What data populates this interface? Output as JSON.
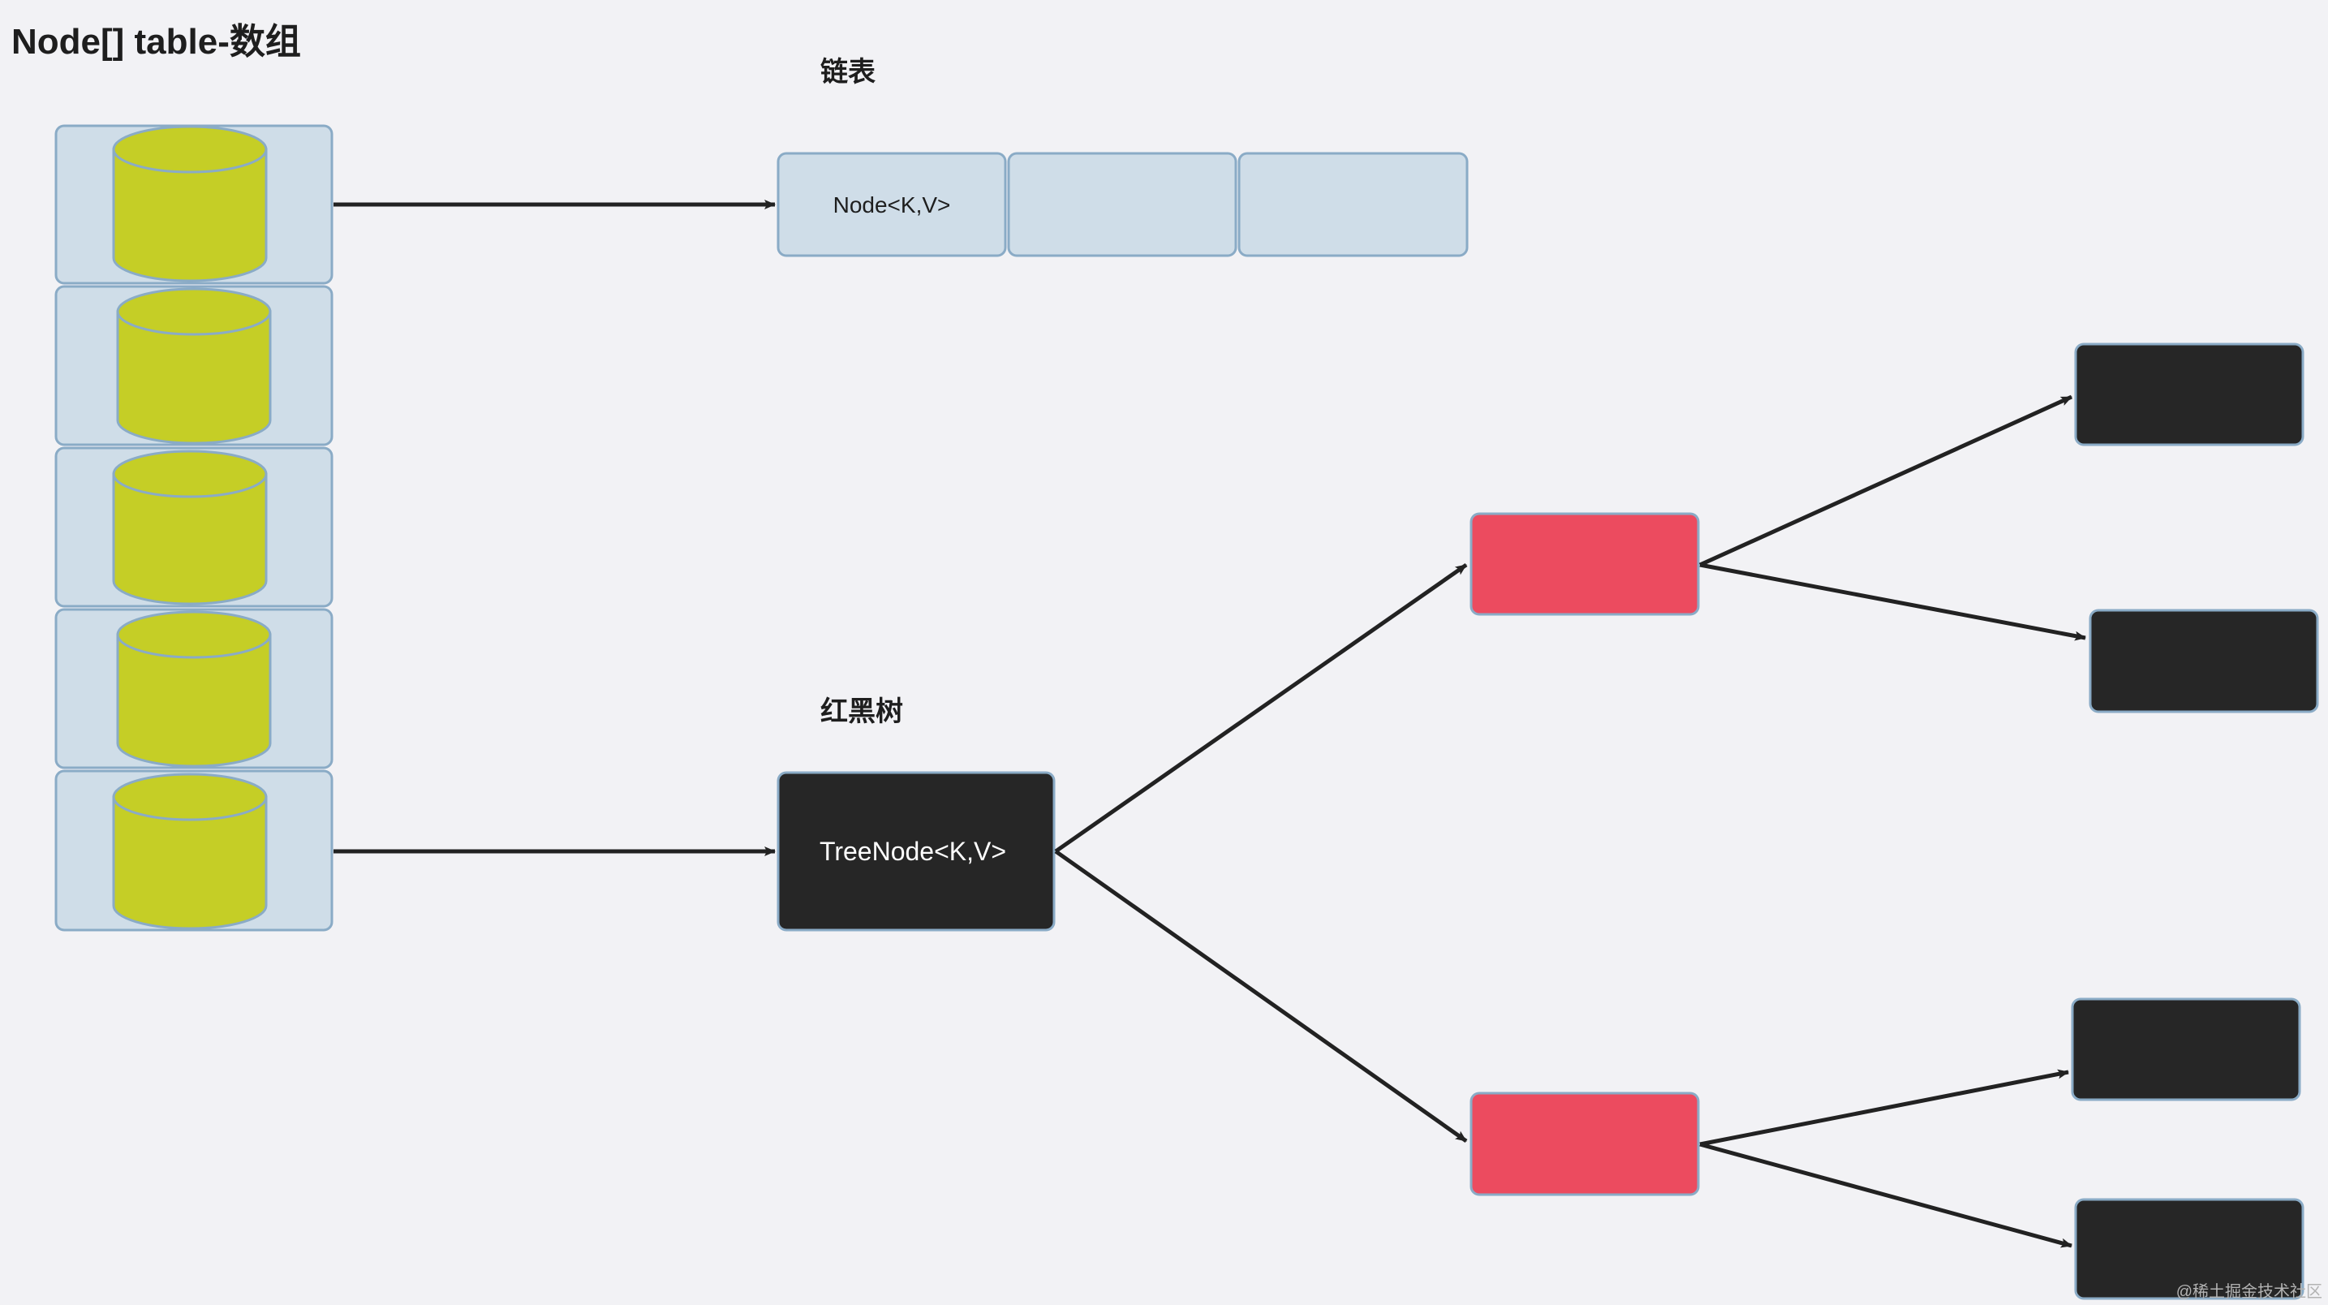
{
  "diagram": {
    "title": "Node[] table-数组",
    "sections": {
      "linked_list_label": "链表",
      "red_black_tree_label": "红黑树"
    },
    "linked_list_node_label": "Node<K,V>",
    "tree_root_label": "TreeNode<K,V>",
    "watermark": "@稀土掘金技术社区",
    "colors": {
      "background": "#f2f2f5",
      "cell_fill": "#cfdde8",
      "cell_stroke": "#8aabc6",
      "cylinder_fill": "#c5ce26",
      "red_node": "#ec4b5f",
      "black_node": "#262626",
      "arrow": "#222222"
    }
  }
}
